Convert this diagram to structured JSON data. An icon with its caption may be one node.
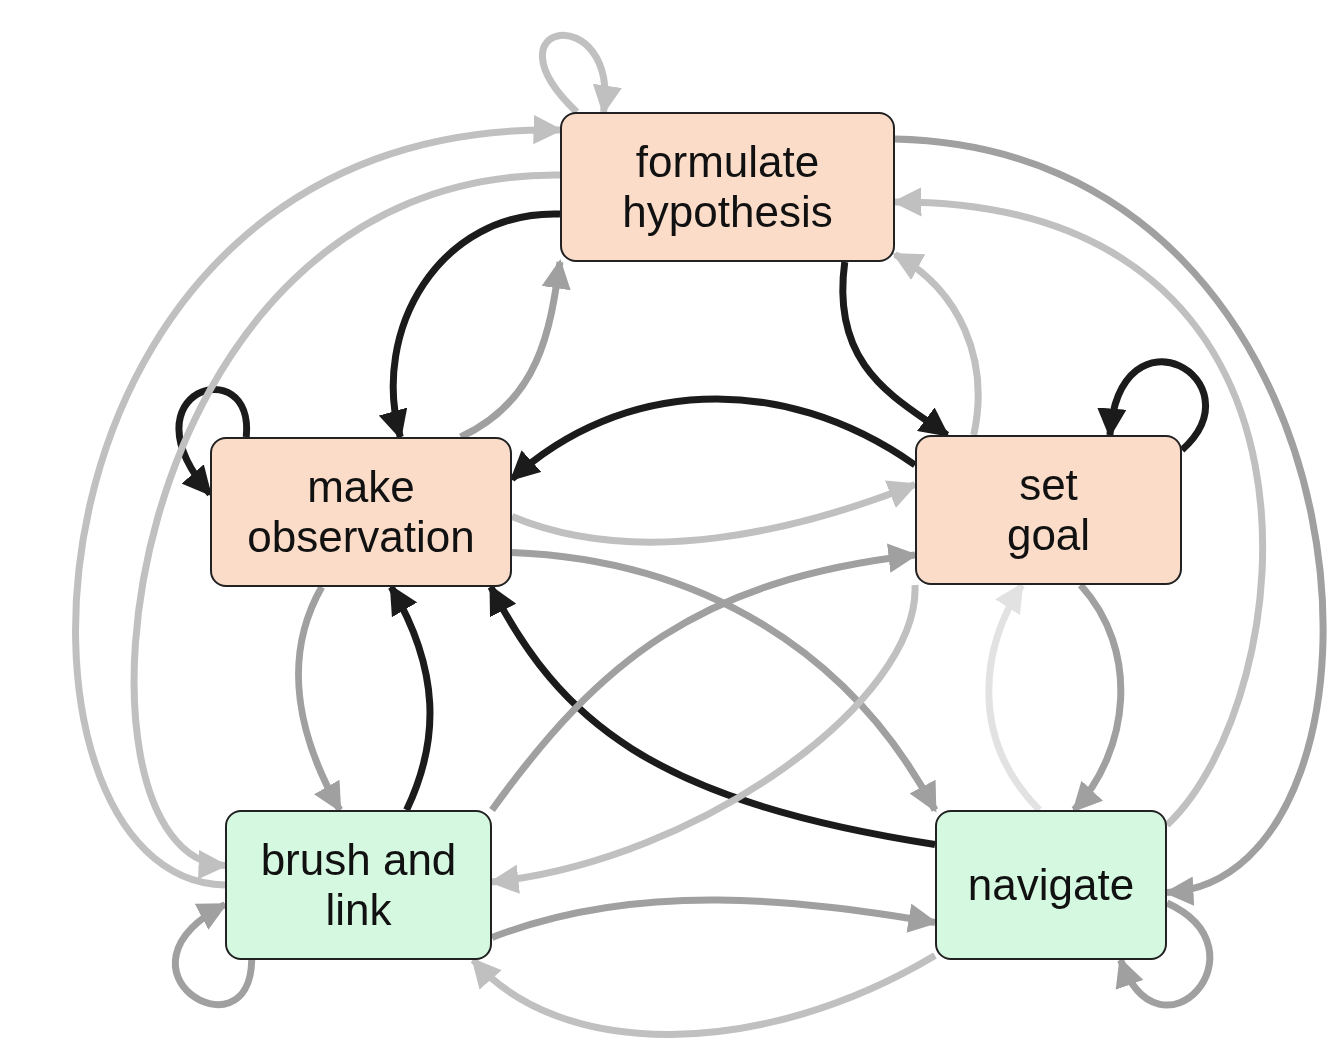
{
  "diagram": {
    "nodes": [
      {
        "text": [
          "formulate hypothesis"
        ]
      },
      {
        "text": [
          "make observation"
        ]
      },
      {
        "text": [
          "set goal"
        ]
      },
      {
        "text": [
          "brush and link"
        ]
      },
      {
        "text": [
          "navigate"
        ]
      }
    ],
    "edges": [
      {
        "from": 0,
        "to": 0,
        "arrow": "to",
        "color": "#c0c0c0"
      },
      {
        "from": 1,
        "to": 1,
        "arrow": "to",
        "color": "#1b1b1b"
      },
      {
        "from": 2,
        "to": 2,
        "arrow": "to",
        "color": "#1b1b1b"
      },
      {
        "from": 3,
        "to": 3,
        "arrow": "to"
      },
      {
        "from": 4,
        "to": 4,
        "arrow": "to"
      },
      {
        "from": 0,
        "to": 1,
        "arrow": "to",
        "color": "#1b1b1b"
      },
      {
        "from": 1,
        "to": 0,
        "arrow": "to"
      },
      {
        "from": 0,
        "to": 2,
        "arrow": "to",
        "color": "#1b1b1b"
      },
      {
        "from": 2,
        "to": 0,
        "arrow": "to",
        "color": "#c0c0c0"
      },
      {
        "from": 2,
        "to": 1,
        "arrow": "to",
        "color": "#1b1b1b"
      },
      {
        "from": 1,
        "to": 2,
        "arrow": "to",
        "color": "#c0c0c0"
      },
      {
        "from": 1,
        "to": 4,
        "arrow": "to"
      },
      {
        "from": 4,
        "to": 1,
        "arrow": "to",
        "color": "#1b1b1b"
      },
      {
        "from": 3,
        "to": 2,
        "arrow": "to"
      },
      {
        "from": 2,
        "to": 3,
        "arrow": "to",
        "color": "#c0c0c0"
      },
      {
        "from": 1,
        "to": 3,
        "arrow": "to"
      },
      {
        "from": 3,
        "to": 1,
        "arrow": "to",
        "color": "#1b1b1b"
      },
      {
        "from": 2,
        "to": 4,
        "arrow": "to"
      },
      {
        "from": 4,
        "to": 2,
        "arrow": "to",
        "color": "#e2e2e2"
      },
      {
        "from": 3,
        "to": 4,
        "arrow": "to"
      },
      {
        "from": 4,
        "to": 3,
        "arrow": "to",
        "color": "#c0c0c0"
      },
      {
        "from": 3,
        "to": 0,
        "arrow": "to",
        "color": "#c0c0c0"
      },
      {
        "from": 0,
        "to": 3,
        "arrow": "to",
        "color": "#c0c0c0"
      },
      {
        "from": 0,
        "to": 4,
        "arrow": "to"
      },
      {
        "from": 4,
        "to": 0,
        "arrow": "to",
        "color": "#c0c0c0"
      }
    ]
  }
}
